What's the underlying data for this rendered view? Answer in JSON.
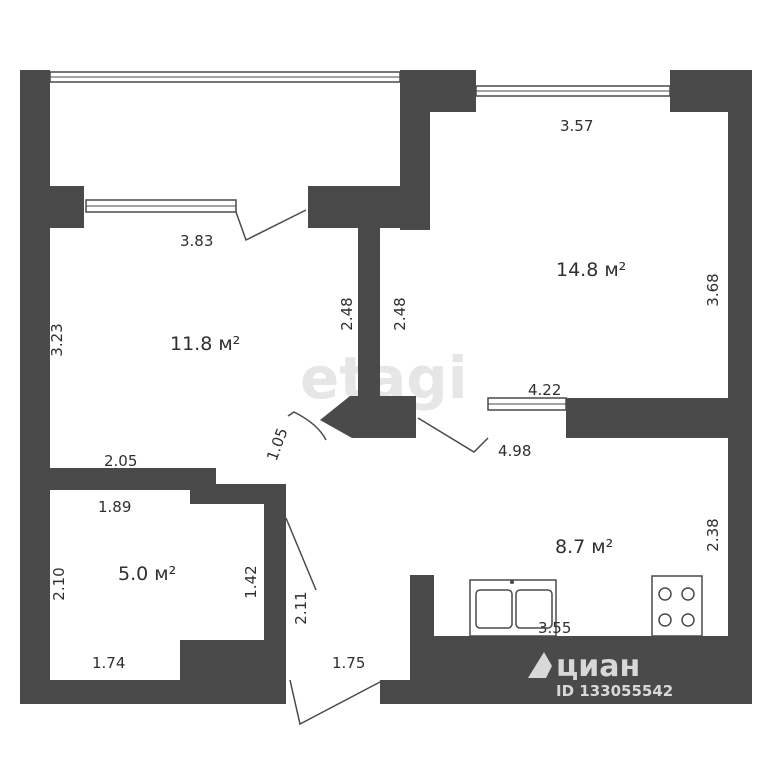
{
  "rooms": {
    "room_right": {
      "area": "14.8 м²",
      "width": "3.57",
      "height": "3.68",
      "left_wall": "2.48",
      "bottom_wall": "4.22"
    },
    "room_left": {
      "area": "11.8 м²",
      "top": "3.83",
      "left": "3.23",
      "right": "2.48",
      "bottom": "2.05"
    },
    "bathroom": {
      "area": "5.0 м²",
      "top": "1.89",
      "left": "2.10",
      "right": "1.42",
      "bottom": "1.74"
    },
    "kitchen": {
      "area": "8.7 м²",
      "top": "4.98",
      "right": "2.38",
      "bottom": "3.55"
    },
    "hallway": {
      "width": "1.75",
      "door_diag": "1.05",
      "side": "2.11"
    }
  },
  "watermarks": {
    "center": "etagi",
    "cian_logo": "циан",
    "cian_id": "ID 133055542"
  }
}
